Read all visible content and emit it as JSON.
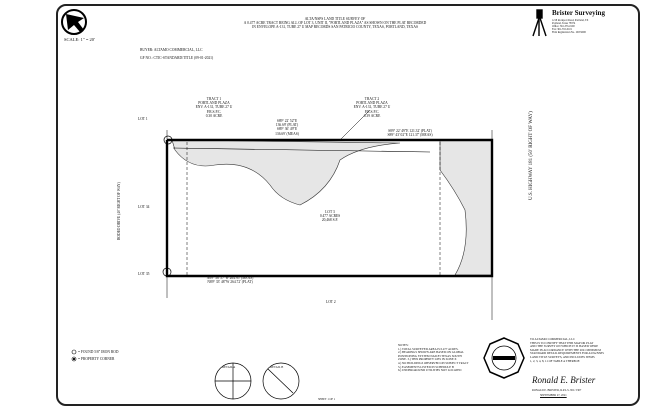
{
  "header": {
    "scale": "SCALE: 1\" = 20'",
    "title_lines": [
      "ALTA/NSPS LAND TITLE SURVEY OF",
      "A 0.477 ACRE TRACT BEING ALL OF LOT 3, UNIT II, \"PORTLAND PLAZA\" AS SHOWN ON THE PLAT RECORDED",
      "IN ENVELOPE A-131, TUBE 27 U MAP RECORDS SAN PATRICIO COUNTY, TEXAS, PORTLAND, TEXAS"
    ],
    "buyer": "BUYER: ALTAMO COMMERCIAL, LLC",
    "gf": "GF NO.: CTIC-STANDARD/TITLE (09-01-2021)"
  },
  "firm": {
    "name": "Brister Surveying",
    "lines": [
      "1218 Rockport Road, Portland, TX",
      "Portland, Texas 78374",
      "Office: 361-555-0100",
      "Fax: 361-555-0101",
      "Firm Registration No. 10074000"
    ]
  },
  "plat": {
    "tract_left": [
      "TRACT 1",
      "PORTLAND PLAZA",
      "ENV. A-131, TUBE 27 U",
      "P.R.S.P.C.",
      "0.30 ACRE"
    ],
    "tract_right": [
      "TRACT 2",
      "PORTLAND PLAZA",
      "ENV. A-131, TUBE 27 U",
      "P.R.S.P.C.",
      "0.39 ACRE"
    ],
    "bearing_top_mid": [
      "S89° 22' 52\"E",
      "136.69' (PLAT)",
      "S89° 36' 49\"E",
      "136.69' (MEAS)"
    ],
    "bearing_top_right": [
      "S89° 22' 49\"E 121.32' (PLAT)",
      "S89° 43' 02\"E 121.37' (MEAS)"
    ],
    "bearing_bottom": [
      "N89° 36' 57\"W 264.95' (MEAS)",
      "N89° 33' 48\"W 264.72' (PLAT)"
    ],
    "lot_main": [
      "LOT 3",
      "0.477 ACRES",
      "20,468 S.F."
    ],
    "lot_labels": {
      "lot1": "LOT 1",
      "lot34": "LOT 34",
      "lot35": "LOT 35",
      "lot2": "LOT 2"
    },
    "road": [
      "U.S. HIGHWAY 181",
      "(50' RIGHT OF WAY)"
    ],
    "left_street": "RODEO DRIVE (40' RIGHT OF WAY)"
  },
  "legend": {
    "items": [
      "= FOUND 5/8\" IRON ROD",
      "= PROPERTY CORNER"
    ]
  },
  "notes": {
    "title": "NOTES:",
    "lines": [
      "1.) TOTAL SURVEYED AREA IS 0.477 ACRES.",
      "2.) BEARINGS SHOWN ARE BASED ON GLOBAL",
      "POSITIONING SYSTEM NAD 83 TEXAS SOUTH",
      "ZONE. 3.) THIS PROPERTY LIES IN ZONE X",
      "4.) NO BUILDINGS OBSERVED ON SUBJECT TRACT",
      "5.) EASEMENTS LISTED IN SCHEDULE B",
      "6.) UNDERGROUND UTILITIES NOT LOCATED"
    ]
  },
  "certification": {
    "title": "TO ALTAMO COMMERCIAL, LLC",
    "lines": [
      "THIS IS TO CERTIFY THAT THIS MAP OR PLAT",
      "AND THE SURVEY ON WHICH IT IS BASED WERE",
      "MADE IN ACCORDANCE WITH THE 2021 MINIMUM",
      "STANDARD DETAIL REQUIREMENTS FOR ALTA/NSPS",
      "LAND TITLE SURVEYS, AND INCLUDES ITEMS",
      "1, 2, 3, 4, 8, 11 OF TABLE A THEREOF."
    ],
    "signature": "Ronald E. Brister",
    "surveyor": "RONALD E. BRISTER, R.P.L.S. NO. 5307",
    "date": "SEPTEMBER 27, 2021"
  },
  "seal": "RONALD E. BRISTER",
  "detail_labels": [
    "DETAIL A",
    "DETAIL B"
  ],
  "footer": "SHEET 1 OF 1"
}
